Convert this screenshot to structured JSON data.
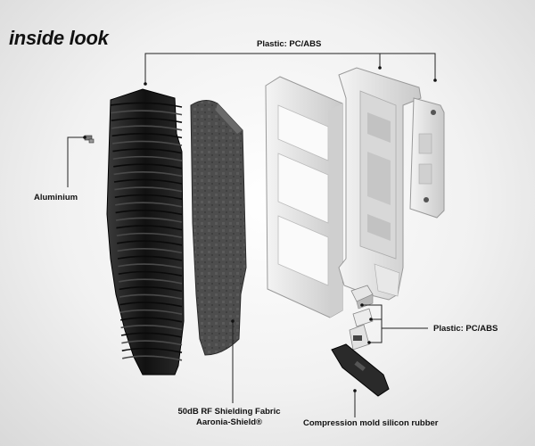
{
  "title": "inside look",
  "labels": {
    "plastic_top": "Plastic: PC/ABS",
    "aluminium": "Aluminium",
    "plastic_right": "Plastic: PC/ABS",
    "fabric_line1": "50dB RF Shielding Fabric",
    "fabric_line2": "Aaronia-Shield®",
    "silicone": "Compression mold silicon rubber"
  },
  "colors": {
    "heatsink": "#1a1a1a",
    "fabric": "#4a4a4a",
    "plastic": "#e6e6e6",
    "rubber": "#2a2a2a"
  }
}
